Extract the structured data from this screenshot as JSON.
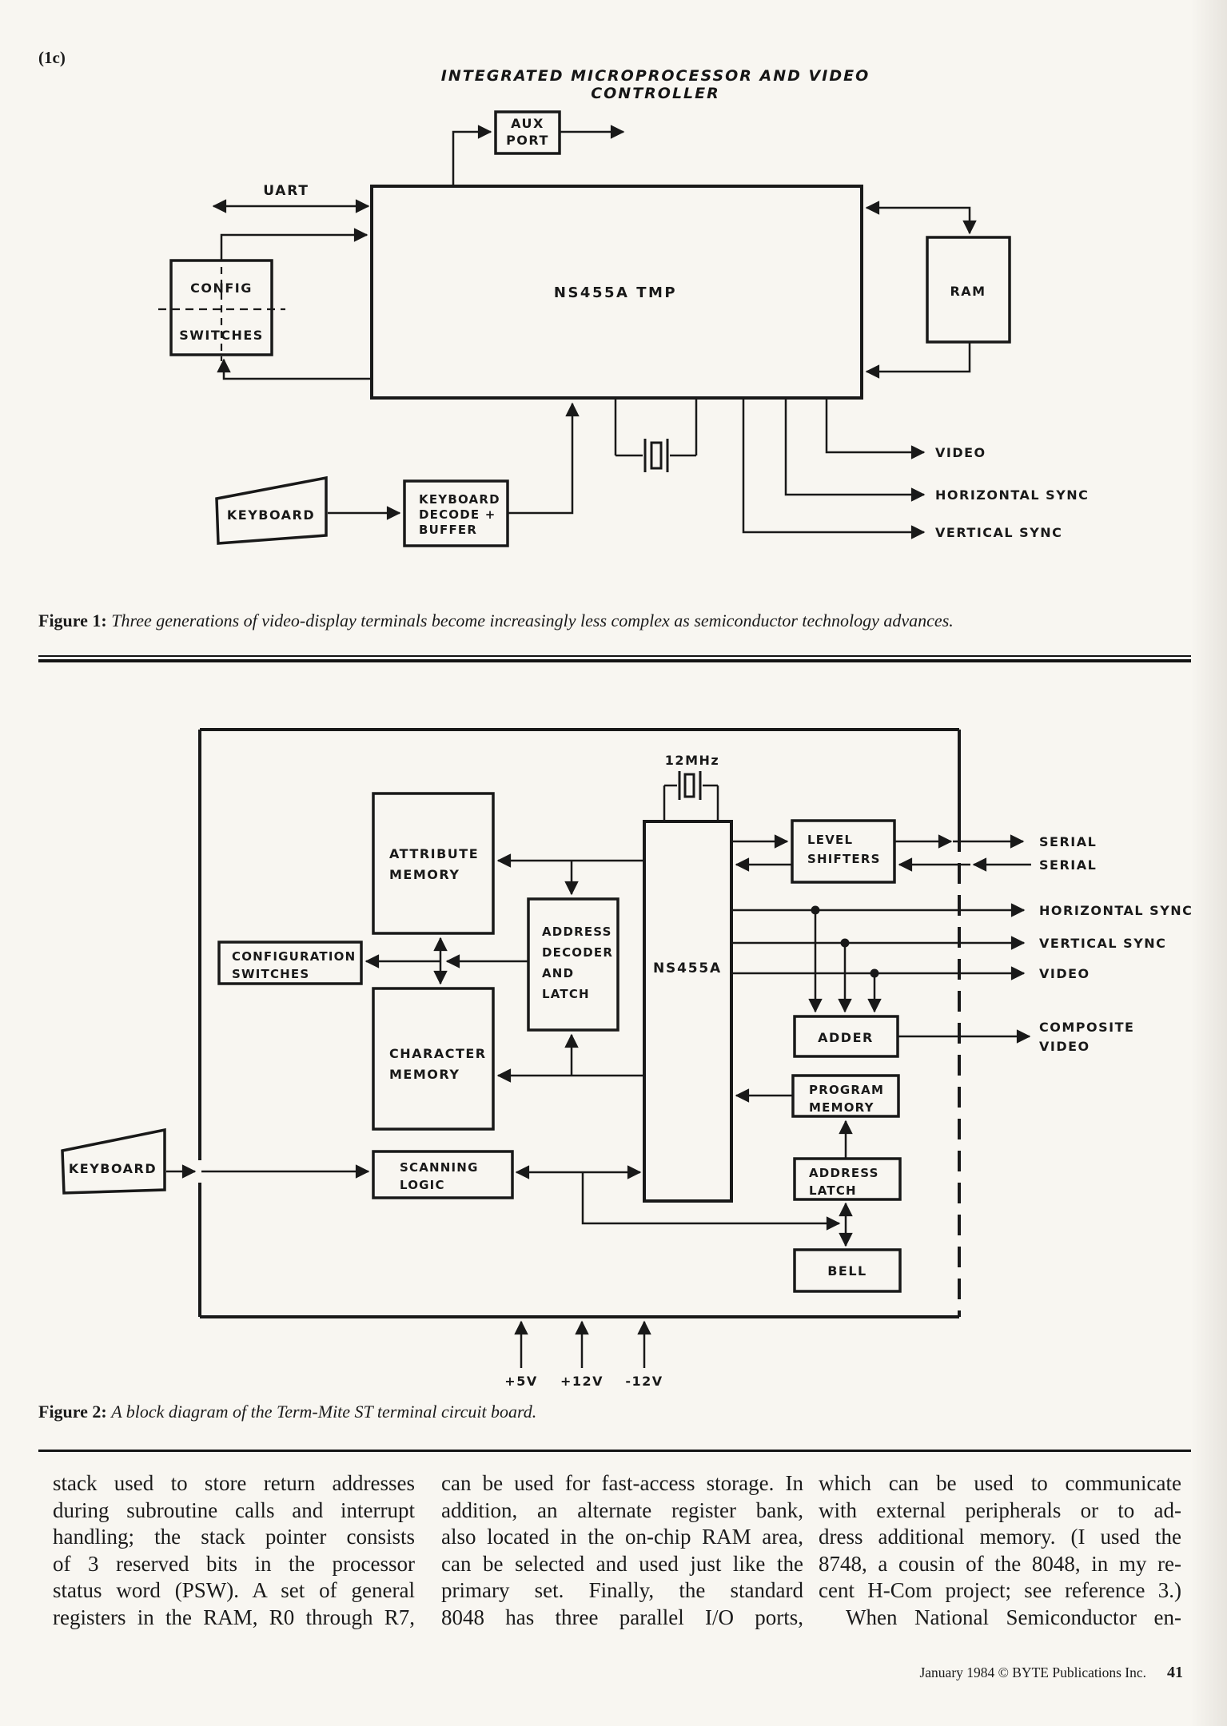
{
  "header": {
    "tag": "(1c)",
    "title": "INTEGRATED MICROPROCESSOR AND VIDEO CONTROLLER"
  },
  "f1": {
    "aux": [
      "AUX",
      "PORT"
    ],
    "uart": "UART",
    "tmp": "NS455A TMP",
    "ram": "RAM",
    "config": [
      "CONFIG",
      "SWITCHES"
    ],
    "keyboard": "KEYBOARD",
    "decode": [
      "KEYBOARD",
      "DECODE +",
      "BUFFER"
    ],
    "video": "VIDEO",
    "hsync": "HORIZONTAL SYNC",
    "vsync": "VERTICAL SYNC",
    "cap_label": "Figure 1:",
    "cap_text": "Three generations of video-display terminals become increasingly less complex as semiconductor technology advances."
  },
  "f2": {
    "crystal": "12MHz",
    "ns": "NS455A",
    "attr": [
      "ATTRIBUTE",
      "MEMORY"
    ],
    "dec": [
      "ADDRESS",
      "DECODER",
      "AND",
      "LATCH"
    ],
    "conf": [
      "CONFIGURATION",
      "SWITCHES"
    ],
    "char": [
      "CHARACTER",
      "MEMORY"
    ],
    "scan": [
      "SCANNING",
      "LOGIC"
    ],
    "keyboard": "KEYBOARD",
    "level": [
      "LEVEL",
      "SHIFTERS"
    ],
    "adder": "ADDER",
    "prog": [
      "PROGRAM",
      "MEMORY"
    ],
    "latch": [
      "ADDRESS",
      "LATCH"
    ],
    "bell": "BELL",
    "serial_out": "SERIAL",
    "serial_in": "SERIAL",
    "hsync": "HORIZONTAL SYNC",
    "vsync": "VERTICAL SYNC",
    "video": "VIDEO",
    "composite": [
      "COMPOSITE",
      "VIDEO"
    ],
    "p5": "+5V",
    "p12": "+12V",
    "m12": "-12V",
    "cap_label": "Figure 2:",
    "cap_text": "A block diagram of the Term-Mite ST terminal circuit board."
  },
  "body": {
    "c1": [
      "stack used to store return addresses",
      "during subroutine calls and interrupt",
      "handling; the stack pointer consists",
      "of 3 reserved bits in the processor",
      "status word (PSW). A set of general",
      "registers in the RAM, R0 through R7,"
    ],
    "c2": [
      "can be used for fast-access storage. In",
      "addition, an alternate register bank,",
      "also located in the on-chip RAM area,",
      "can be selected and used just like the",
      "primary set. Finally, the standard",
      "8048 has three parallel I/O ports,"
    ],
    "c3": [
      "which can be used to communicate",
      "with external peripherals or to ad-",
      "dress additional memory. (I used the",
      "8748, a cousin of the 8048, in my re-",
      "cent H-Com project; see reference 3.)",
      "When National Semiconductor en-"
    ]
  },
  "footer": {
    "imprint": "January 1984 © BYTE Publications Inc.",
    "page": "41"
  },
  "colors": {
    "paper": "#f8f6f1",
    "ink": "#191919"
  }
}
